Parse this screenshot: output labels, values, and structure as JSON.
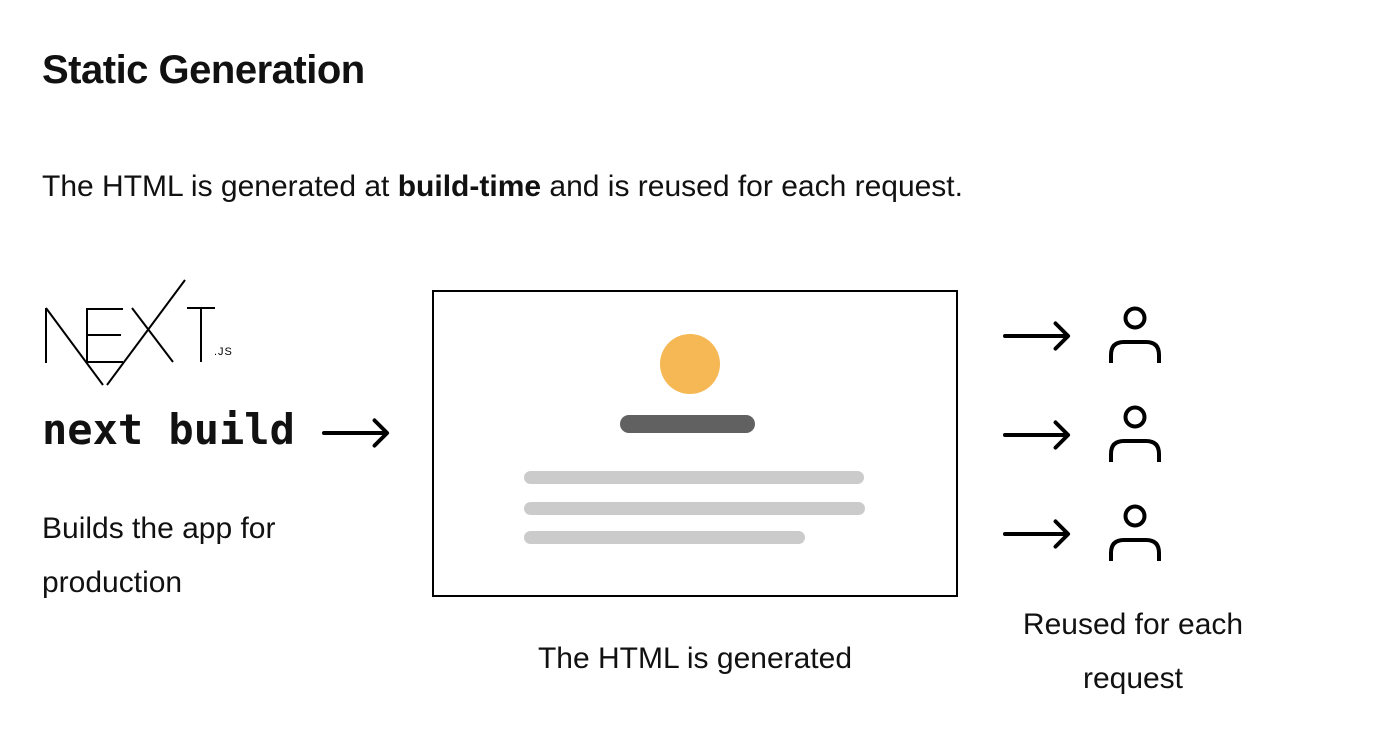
{
  "colors": {
    "ink": "#111111",
    "accent_orange": "#F6B855",
    "dark_bar": "#616161",
    "light_bar": "#CBCBCB",
    "box_border": "#000000"
  },
  "header": {
    "title": "Static Generation"
  },
  "intro": {
    "part1": "The HTML is generated at ",
    "bold_text": "build-time",
    "part2": " and is reused for each request."
  },
  "build_step": {
    "logo_name": "NEXT.JS",
    "logo_suffix": ".JS",
    "command": "next build",
    "description": "Builds the app for production"
  },
  "generated_page": {
    "caption": "The HTML is generated"
  },
  "requests": {
    "count": 3,
    "caption": "Reused for each request"
  }
}
